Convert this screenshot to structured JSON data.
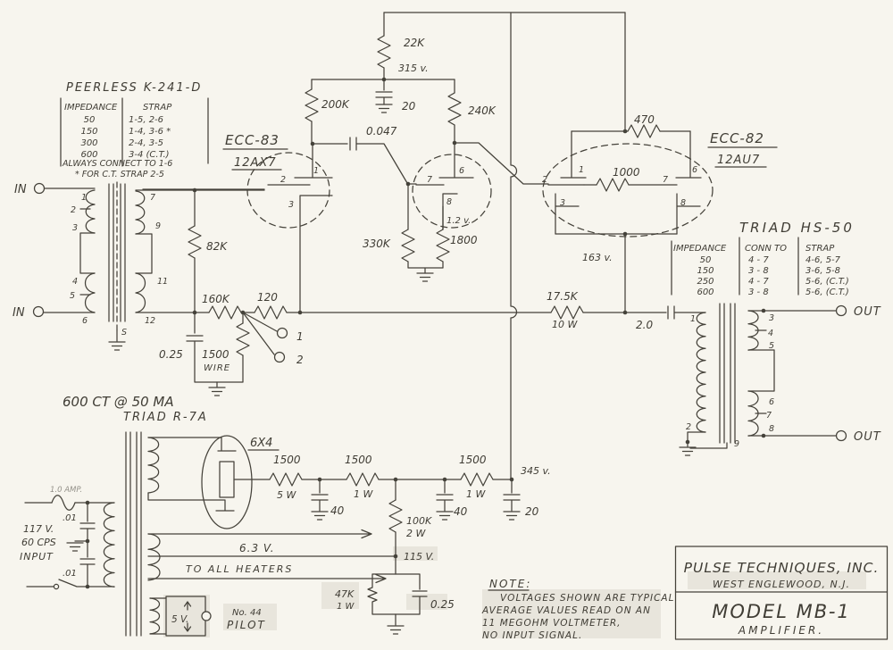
{
  "colors": {
    "paper": "#f7f5ee",
    "ink": "#45423a"
  },
  "tables": {
    "peerless": {
      "title": "PEERLESS K-241-D",
      "col1": "IMPEDANCE",
      "col2": "STRAP",
      "rows": [
        [
          "50",
          "1-5, 2-6"
        ],
        [
          "150",
          "1-4, 3-6 *"
        ],
        [
          "300",
          "2-4, 3-5"
        ],
        [
          "600",
          "3-4 (C.T.)"
        ]
      ],
      "footer": "ALWAYS CONNECT TO 1-6",
      "footnote": "* FOR C.T. STRAP 2-5"
    },
    "triad": {
      "title": "TRIAD HS-50",
      "col1": "IMPEDANCE",
      "col2": "CONN TO",
      "col3": "STRAP",
      "rows": [
        [
          "50",
          "4 - 7",
          "4-6, 5-7"
        ],
        [
          "150",
          "3 - 8",
          "3-6, 5-8"
        ],
        [
          "250",
          "4 - 7",
          "5-6, (C.T.)"
        ],
        [
          "600",
          "3 - 8",
          "5-6, (C.T.)"
        ]
      ]
    }
  },
  "labels": {
    "in_top": "IN",
    "in_bottom": "IN",
    "out_top": "OUT",
    "out_bottom": "OUT",
    "r22k": "22K",
    "v315": "315 v.",
    "r200k": "200K",
    "c20a": "20",
    "c047": "0.047",
    "r240k": "240K",
    "ecc83": "ECC-83",
    "t12ax7": "12AX7",
    "ecc82": "ECC-82",
    "t12au7": "12AU7",
    "r470": "470",
    "r1000": "1000",
    "v163": "163 v.",
    "r330k": "330K",
    "r1800": "1800",
    "v1_2": "1.2 v.",
    "r82k": "82K",
    "r160k": "160K",
    "r120": "120",
    "c025in": "0.25",
    "r1500w": "1500",
    "wire": "WIRE",
    "term1": "1",
    "term2": "2",
    "r17_5k": "17.5K",
    "w10": "10 W",
    "c2": "2.0",
    "winding": "600 CT @ 50 MA",
    "triad_r7a": "TRIAD R-7A",
    "t6x4": "6X4",
    "r1500a": "1500",
    "w5": "5 W",
    "c40a": "40",
    "r1500b": "1500",
    "w1a": "1 W",
    "c40b": "40",
    "r1500c": "1500",
    "w1b": "1 W",
    "c20b": "20",
    "v345": "345 v.",
    "r100k": "100K",
    "w2": "2 W",
    "v115": "115 V.",
    "v63": "6.3 V.",
    "heaters": "TO ALL HEATERS",
    "fuse": "1.0 AMP.",
    "c01a": ".01",
    "c01b": ".01",
    "v117": "117 V.",
    "freq": "60 CPS",
    "input": "INPUT",
    "v5": "5 V.",
    "no44": "No. 44",
    "pilot": "PILOT",
    "r47k": "47K",
    "w1c": "1 W",
    "c025psu": "0.25"
  },
  "pins": {
    "p1": "1",
    "p2": "2",
    "p3": "3",
    "p4": "4",
    "p5": "5",
    "p6": "6",
    "p7": "7",
    "p8": "8",
    "p9": "9",
    "p11": "11",
    "p12": "12",
    "s": "S"
  },
  "note": {
    "heading": "NOTE:",
    "line1": "VOLTAGES SHOWN ARE TYPICAL",
    "line2": "AVERAGE VALUES READ ON AN",
    "line3": "11 MEGOHM VOLTMETER,",
    "line4": "NO INPUT SIGNAL."
  },
  "title_block": {
    "company": "PULSE TECHNIQUES, INC.",
    "address": "WEST ENGLEWOOD, N.J.",
    "model": "MODEL MB-1",
    "type": "AMPLIFIER."
  }
}
